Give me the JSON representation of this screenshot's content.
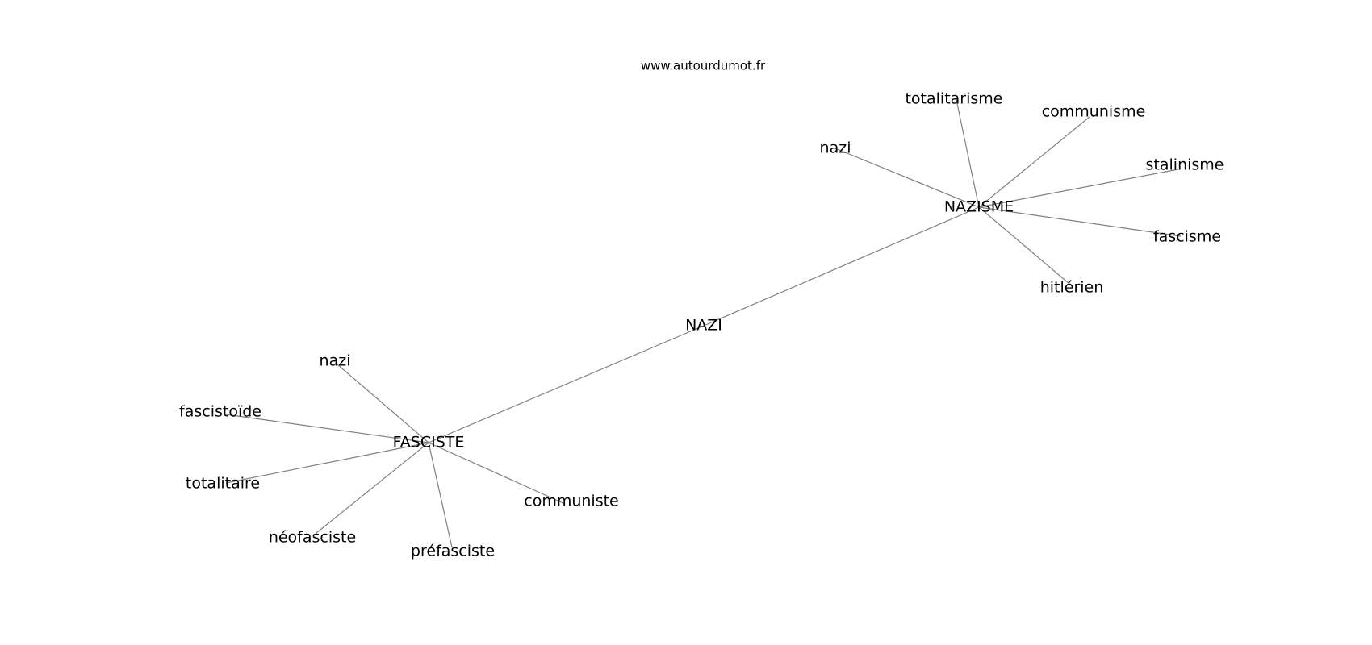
{
  "watermark": "www.autourdumot.fr",
  "graph": {
    "center": "NAZI",
    "hubs": [
      {
        "label": "NAZISME",
        "neighbors": [
          "nazi",
          "totalitarisme",
          "communisme",
          "stalinisme",
          "fascisme",
          "hitlérien"
        ]
      },
      {
        "label": "FASCISTE",
        "neighbors": [
          "nazi",
          "fascistoïde",
          "totalitaire",
          "néofasciste",
          "préfasciste",
          "communiste"
        ]
      }
    ]
  }
}
